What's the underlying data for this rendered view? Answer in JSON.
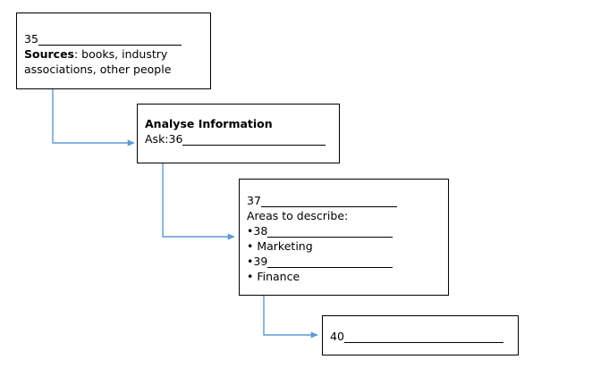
{
  "diagram": {
    "type": "flowchart",
    "orientation": "top-left to bottom-right cascade",
    "connector_color": "#5B9BD5",
    "box_border_color": "#000000",
    "background_color": "#FFFFFF",
    "nodes": [
      {
        "id": "node-sources",
        "blank_number": "35",
        "lines": [
          {
            "kind": "blank",
            "label": "35",
            "rule_width": 160
          },
          {
            "kind": "rich",
            "bold": "Sources",
            "rest": ": books, industry"
          },
          {
            "kind": "text",
            "text": "associations, other people"
          }
        ]
      },
      {
        "id": "node-analyse",
        "title": "Analyse Information",
        "lines": [
          {
            "kind": "title",
            "text": "Analyse Information"
          },
          {
            "kind": "blank",
            "label": "Ask:36",
            "rule_width": 160
          }
        ]
      },
      {
        "id": "node-areas",
        "blank_number": "37",
        "lines": [
          {
            "kind": "blank",
            "label": "37",
            "rule_width": 152
          },
          {
            "kind": "text",
            "text": "Areas to describe:"
          },
          {
            "kind": "blank",
            "label": "•38",
            "rule_width": 140
          },
          {
            "kind": "text",
            "text": "• Marketing"
          },
          {
            "kind": "blank",
            "label": "•39",
            "rule_width": 140
          },
          {
            "kind": "text",
            "text": "• Finance"
          }
        ]
      },
      {
        "id": "node-final",
        "blank_number": "40",
        "lines": [
          {
            "kind": "blank",
            "label": "40",
            "rule_width": 178
          }
        ]
      }
    ],
    "connectors": [
      {
        "id": "connector-1",
        "from": "node-sources",
        "to": "node-analyse"
      },
      {
        "id": "connector-2",
        "from": "node-analyse",
        "to": "node-areas"
      },
      {
        "id": "connector-3",
        "from": "node-areas",
        "to": "node-final"
      }
    ]
  }
}
